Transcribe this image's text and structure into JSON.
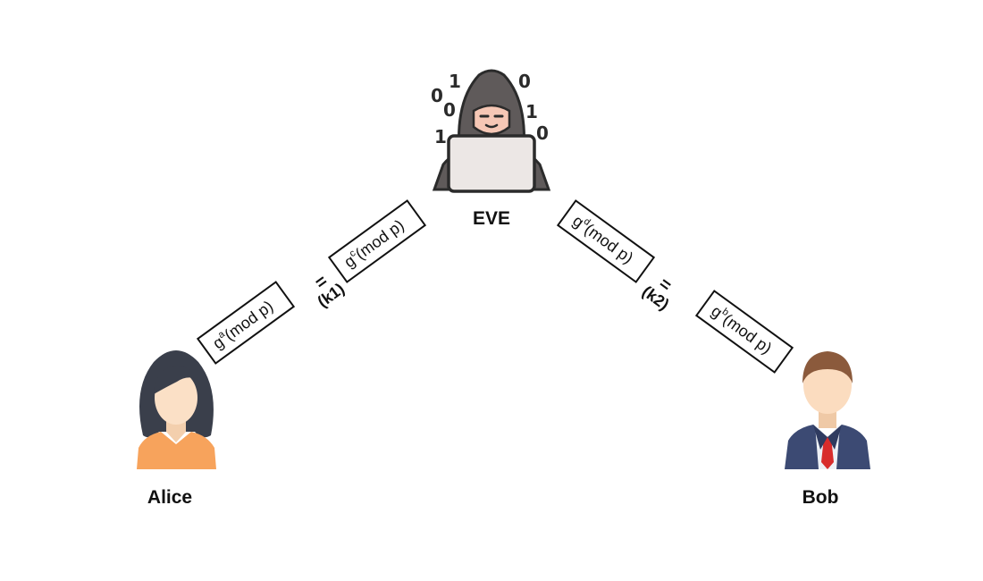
{
  "participants": {
    "alice": {
      "label": "Alice",
      "icon": "woman-avatar-icon"
    },
    "eve": {
      "label": "EVE",
      "icon": "hooded-hacker-icon",
      "binary_digits": [
        "0",
        "1",
        "0",
        "1",
        "0",
        "1",
        "0"
      ]
    },
    "bob": {
      "label": "Bob",
      "icon": "businessman-avatar-icon"
    }
  },
  "messages": {
    "alice_to_eve": {
      "base": "g",
      "exp": "a",
      "rest": "(mod p)"
    },
    "eve_to_alice": {
      "base": "g",
      "exp": "c",
      "rest": "(mod p)"
    },
    "eve_to_bob": {
      "base": "g",
      "exp": "d",
      "rest": "(mod p)"
    },
    "bob_to_eve": {
      "base": "g",
      "exp": "b",
      "rest": "(mod p)"
    }
  },
  "keys": {
    "k1": {
      "eq": "=",
      "label": "(k1)"
    },
    "k2": {
      "eq": "=",
      "label": "(k2)"
    }
  },
  "colors": {
    "alice_hair": "#3a3f4b",
    "alice_skin": "#fbe0c6",
    "alice_shirt": "#f7a35c",
    "eve_hood": "#5f5a5a",
    "eve_face": "#f6c7b5",
    "eve_laptop": "#ece7e5",
    "bob_hair": "#8b5a3c",
    "bob_skin": "#fbdcbf",
    "bob_suit": "#3c4a73",
    "bob_tie": "#d82c2c"
  }
}
